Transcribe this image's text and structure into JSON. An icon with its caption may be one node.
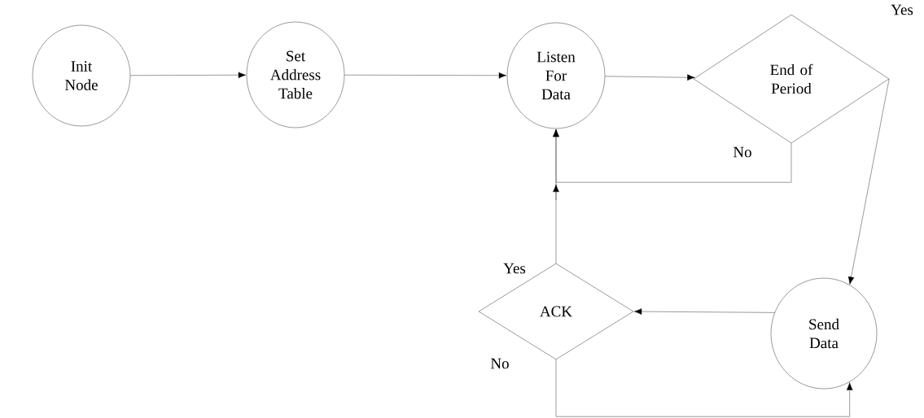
{
  "diagram": {
    "nodes": [
      {
        "text": [
          "Init Node"
        ]
      },
      {
        "text": [
          "Set Address Table"
        ]
      },
      {
        "text": [
          "Listen For Data"
        ]
      },
      {
        "text": [
          "End of Period"
        ]
      },
      {
        "text": [
          "ACK"
        ]
      },
      {
        "text": [
          "Send Data"
        ]
      }
    ],
    "edges": [
      {
        "from": 0,
        "to": 1,
        "arrow": "to"
      },
      {
        "from": 1,
        "to": 2,
        "arrow": "to"
      },
      {
        "from": 2,
        "to": 3,
        "arrow": "to"
      },
      {
        "from": 3,
        "to": 2,
        "arrow": "to",
        "label": "No"
      },
      {
        "from": 3,
        "to": 5,
        "arrow": "to",
        "label": "Yes"
      },
      {
        "from": 5,
        "to": 4,
        "arrow": "to"
      },
      {
        "from": 4,
        "to": 2,
        "arrow": "to",
        "label": "Yes"
      },
      {
        "from": 4,
        "to": 5,
        "arrow": "to",
        "label": "No"
      }
    ]
  }
}
